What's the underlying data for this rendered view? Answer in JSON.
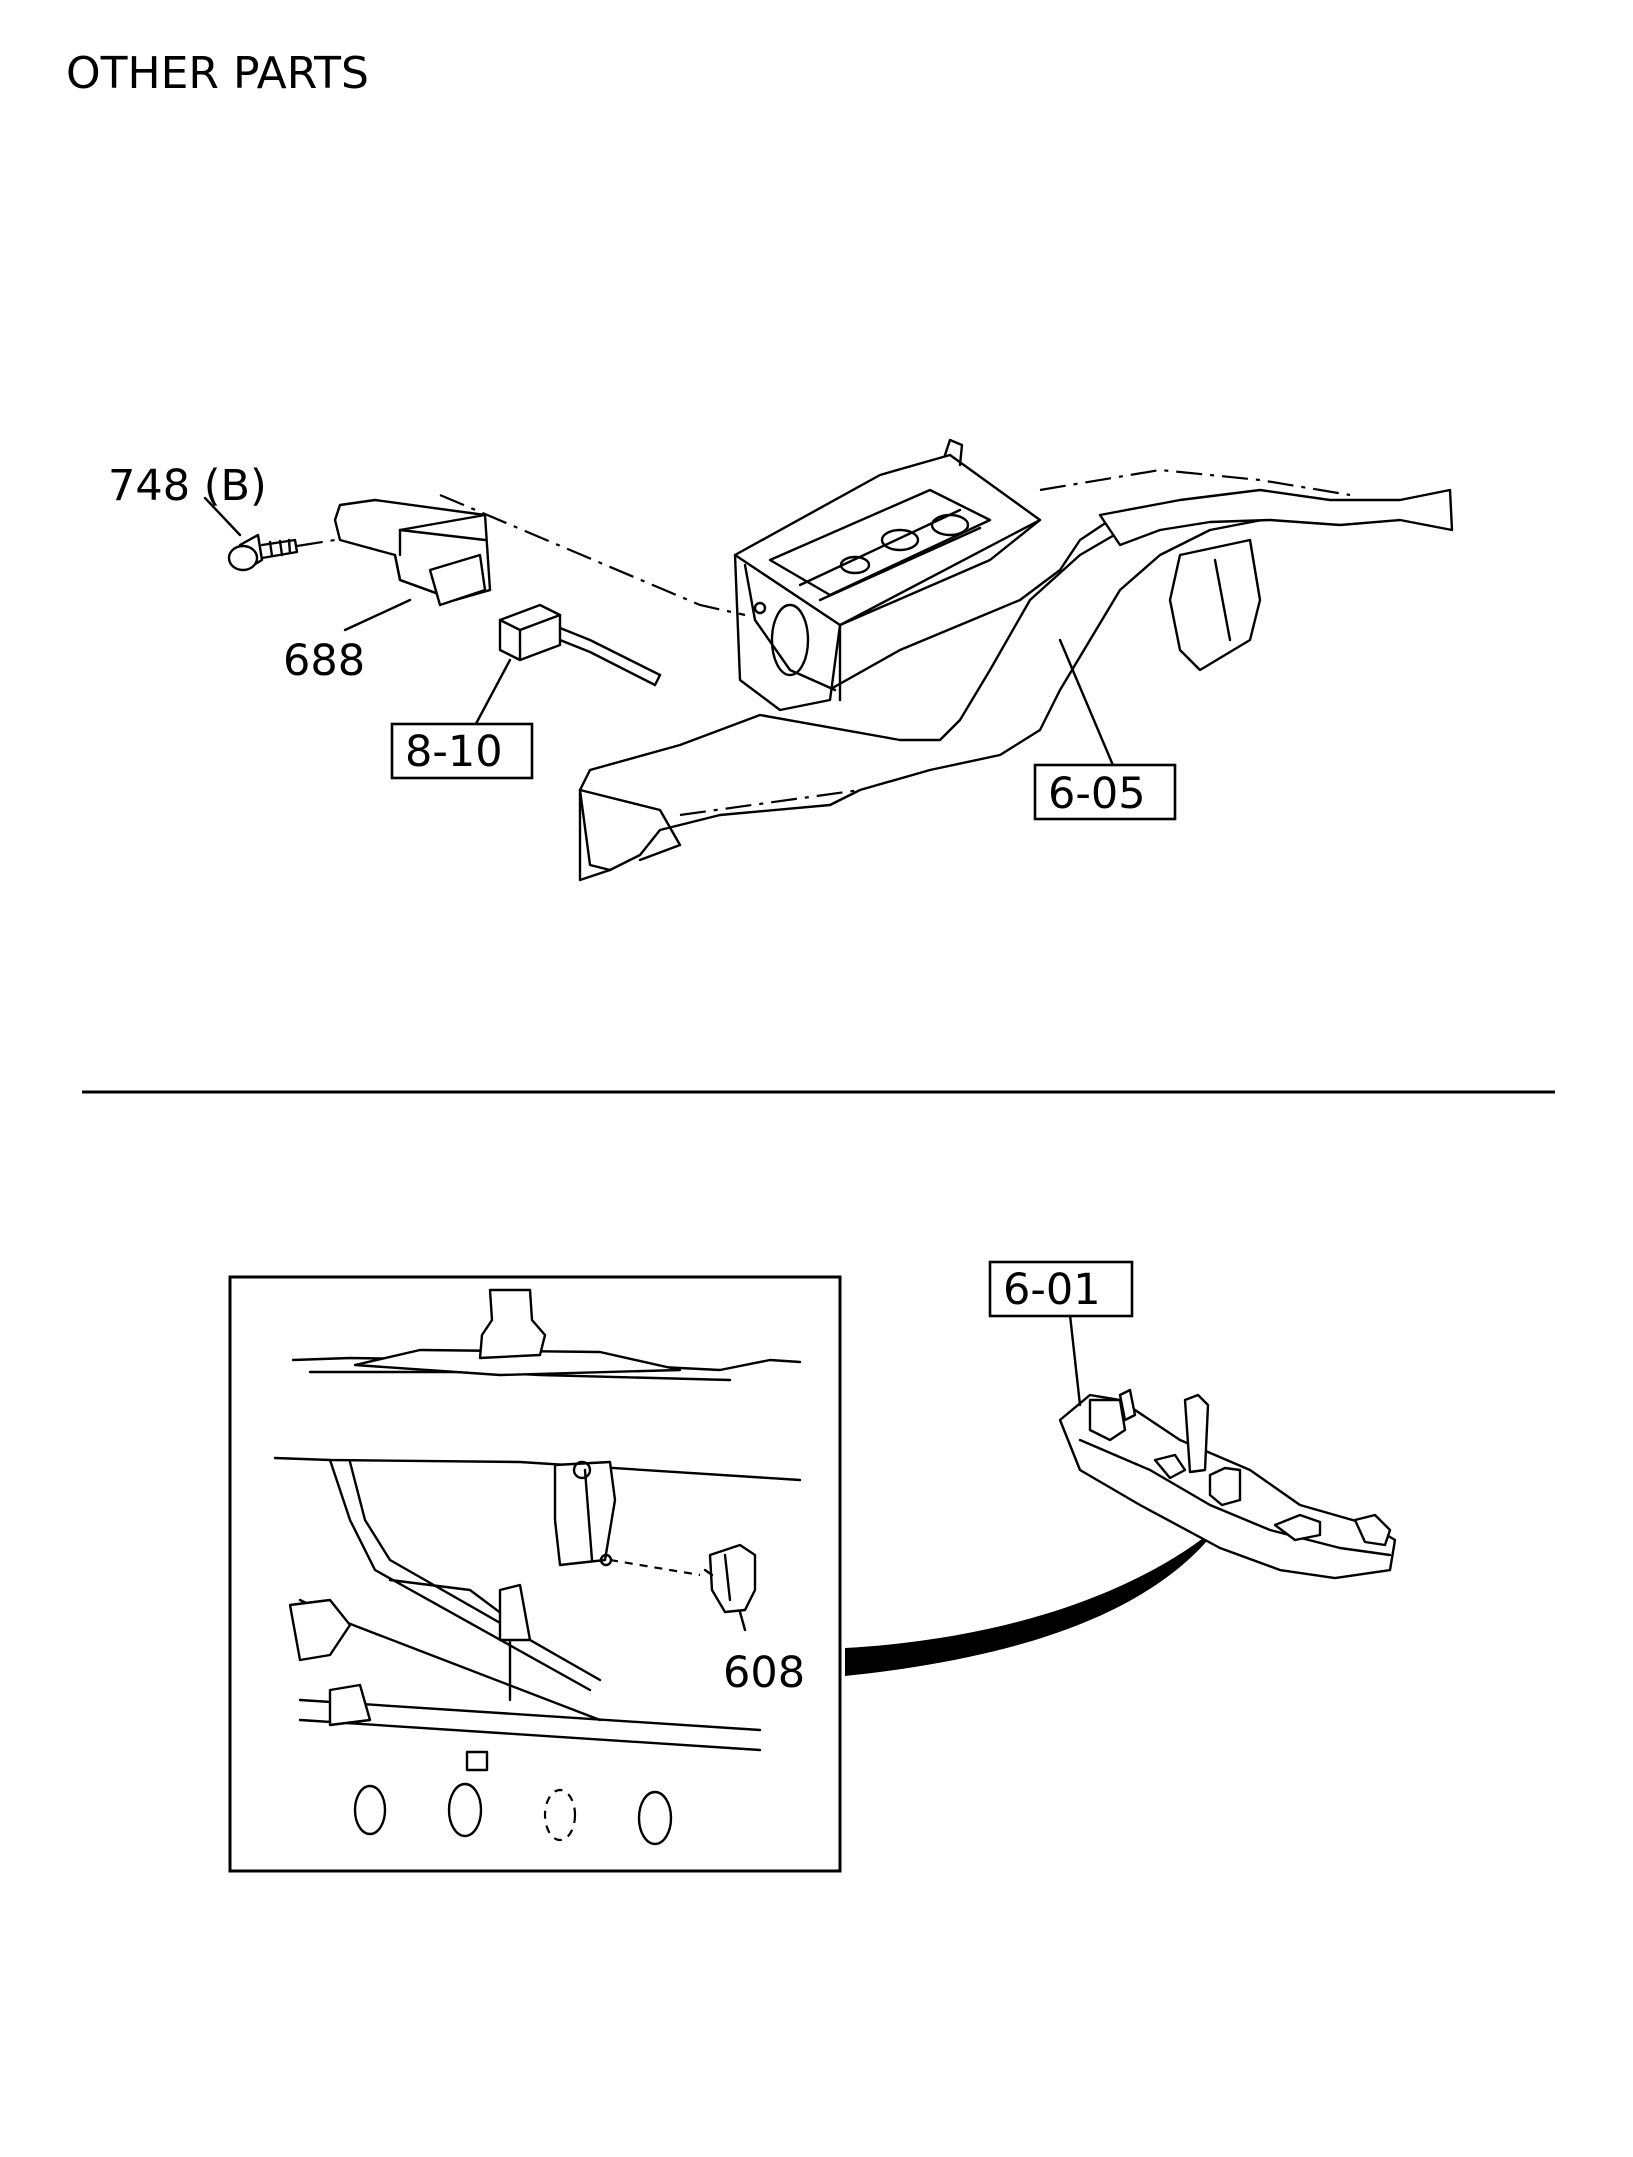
{
  "page": {
    "title": "OTHER PARTS"
  },
  "callouts": {
    "c748": "748 (B)",
    "c688": "688",
    "c810": "8-10",
    "c605": "6-05",
    "c601": "6-01",
    "c608": "608"
  },
  "colors": {
    "ink": "#000000",
    "paper": "#ffffff"
  }
}
